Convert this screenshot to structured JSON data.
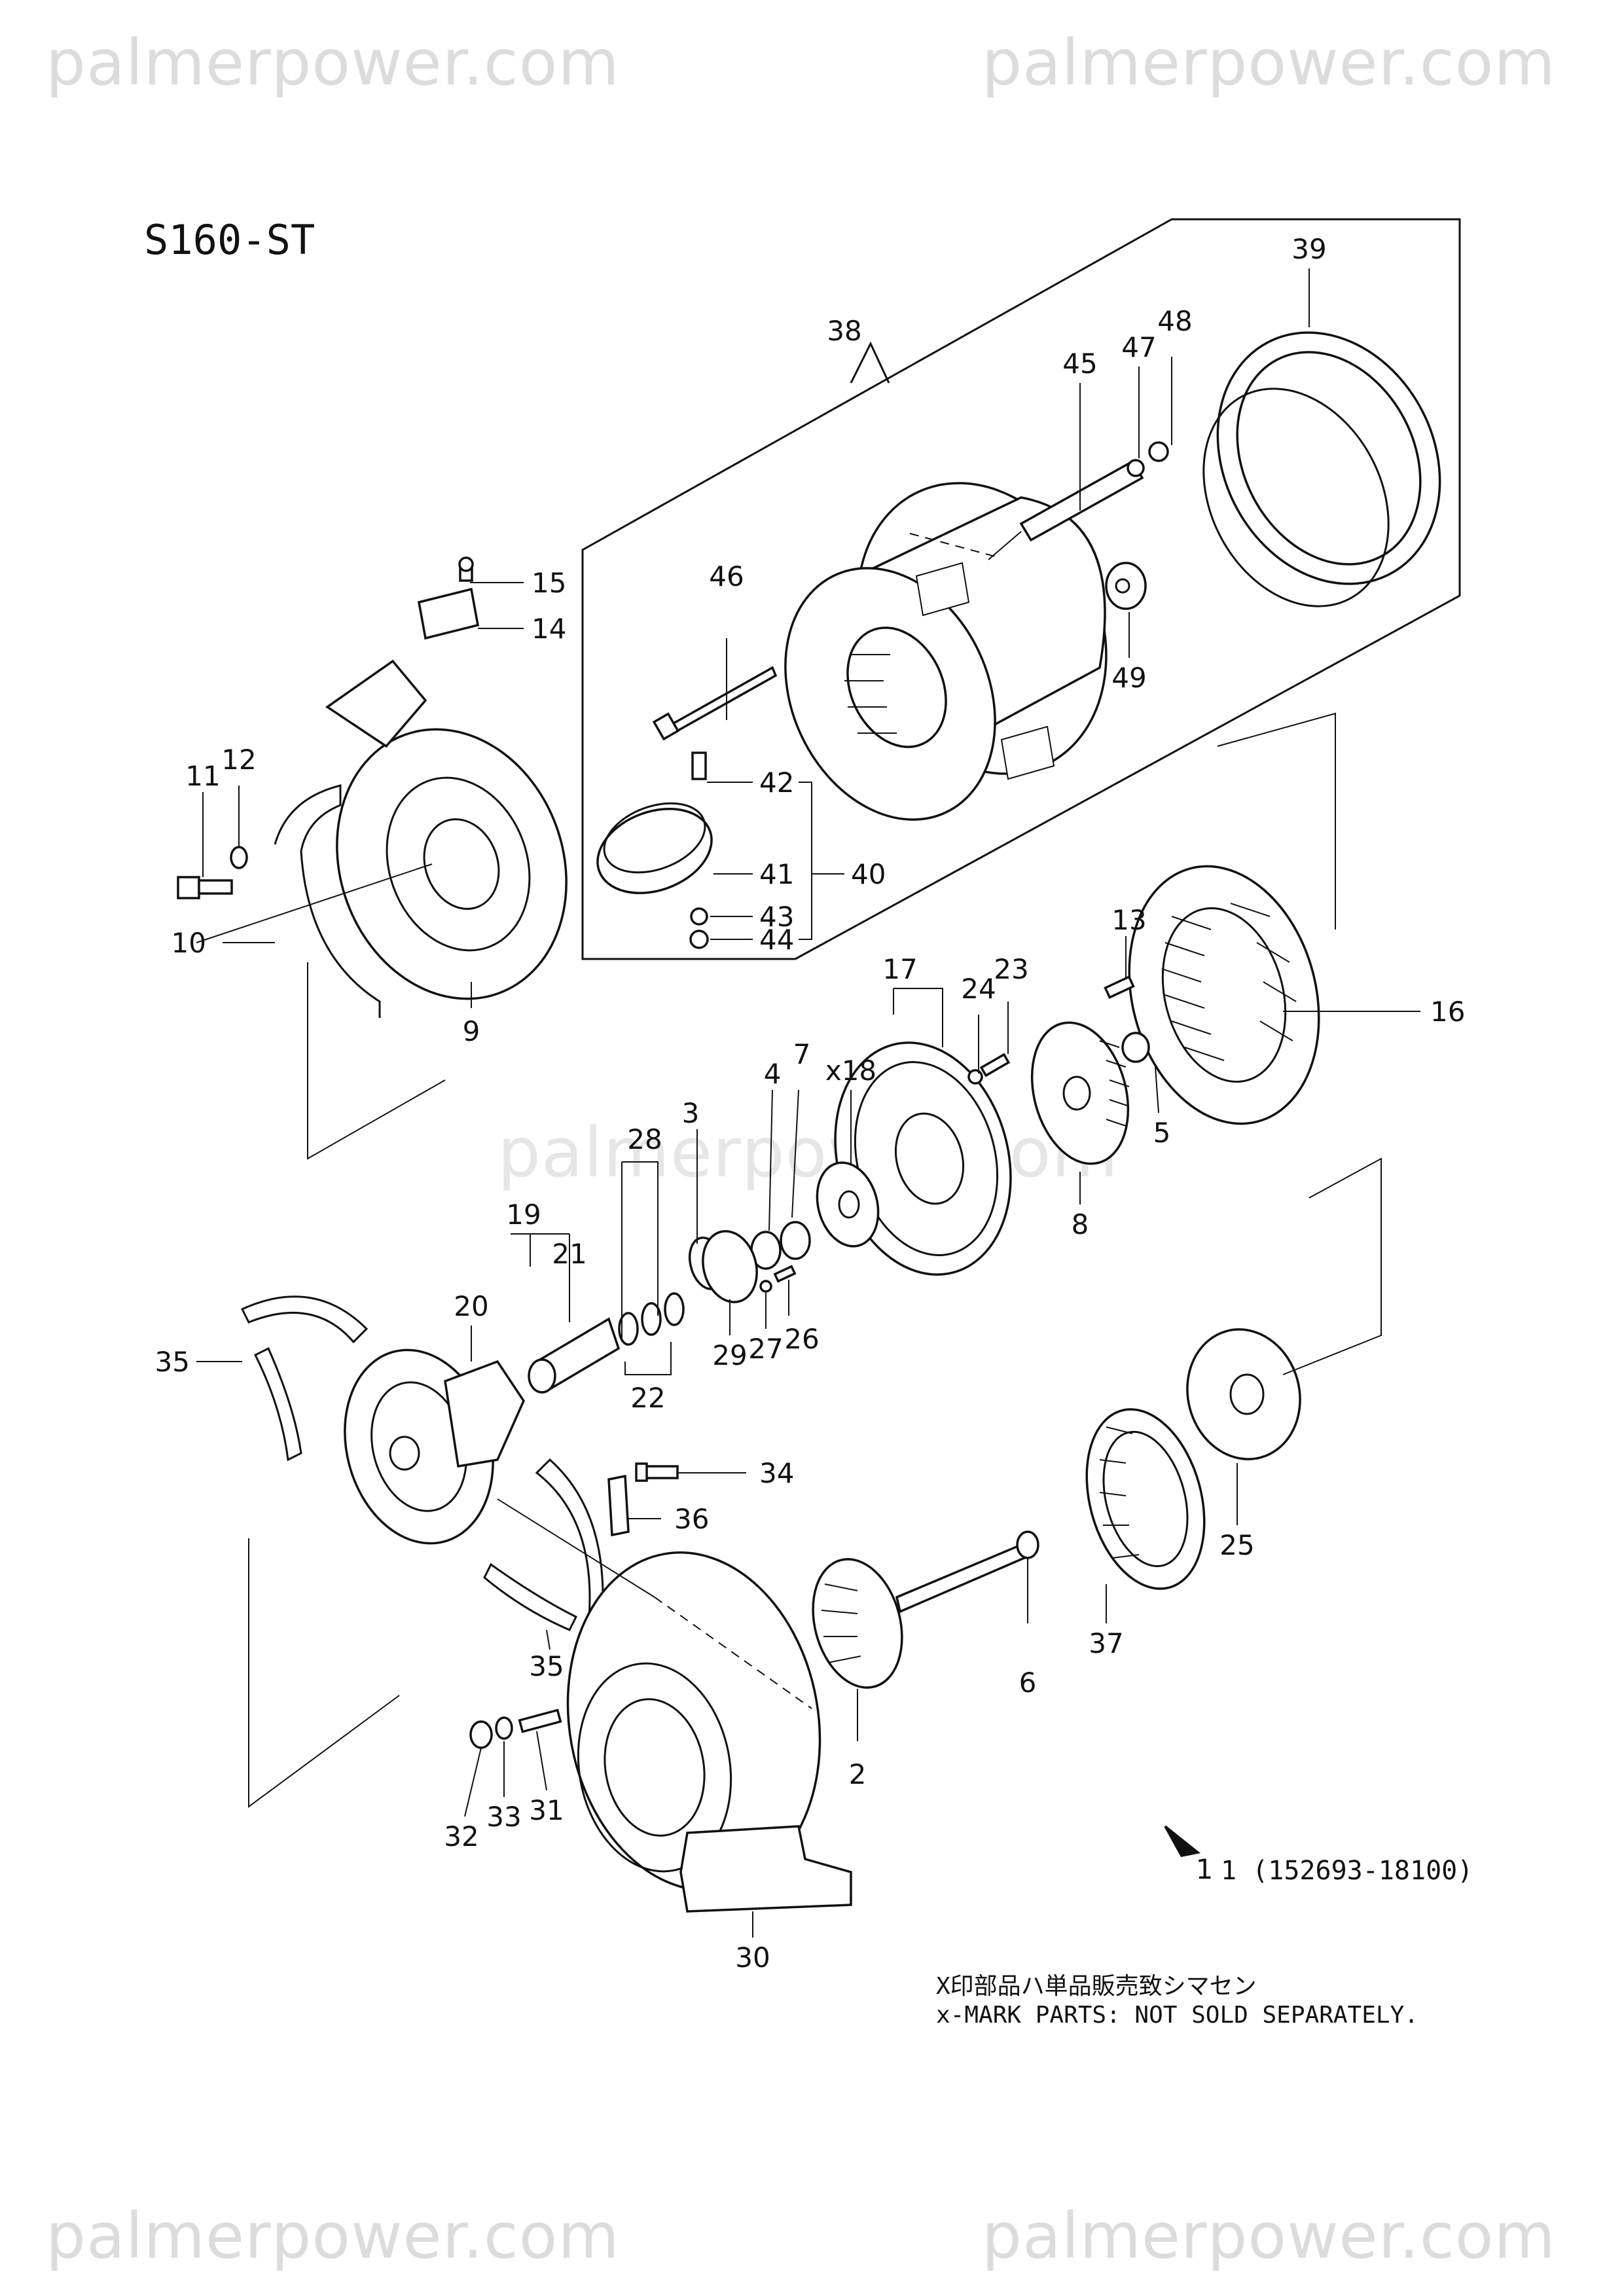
{
  "watermark": {
    "text": "palmerpower.com"
  },
  "title": "S160-ST",
  "assembly_reference": "1 (152693-18100)",
  "note": {
    "japanese": "X印部品ハ単品販売致シマセン",
    "english": "x-MARK PARTS: NOT SOLD SEPARATELY."
  },
  "callouts": {
    "c1": "1",
    "c2": "2",
    "c3": "3",
    "c4": "4",
    "c5": "5",
    "c6": "6",
    "c7": "7",
    "c8": "8",
    "c9": "9",
    "c10": "10",
    "c11": "11",
    "c12": "12",
    "c13": "13",
    "c14": "14",
    "c15": "15",
    "c16": "16",
    "c17": "17",
    "c18": "x18",
    "c19": "19",
    "c20": "20",
    "c21": "21",
    "c22": "22",
    "c23": "23",
    "c24": "24",
    "c25": "25",
    "c26": "26",
    "c27": "27",
    "c28": "28",
    "c29": "29",
    "c30": "30",
    "c31": "31",
    "c32": "32",
    "c33": "33",
    "c34": "34",
    "c35a": "35",
    "c35b": "35",
    "c36": "36",
    "c37": "37",
    "c38": "38",
    "c39": "39",
    "c40": "40",
    "c41": "41",
    "c42": "42",
    "c43": "43",
    "c44": "44",
    "c45": "45",
    "c46": "46",
    "c47": "47",
    "c48": "48",
    "c49": "49"
  }
}
